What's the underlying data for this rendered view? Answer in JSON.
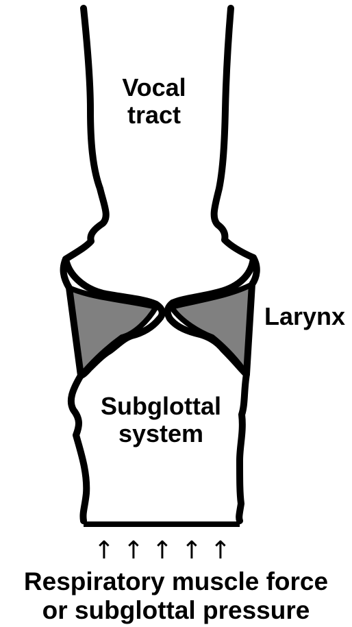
{
  "labels": {
    "vocal_tract": "Vocal\ntract",
    "larynx": "Larynx",
    "subglottal_system": "Subglottal\nsystem",
    "force": "Respiratory muscle force\nor subglottal pressure"
  },
  "arrow_glyph": "↑",
  "arrow_count": 5,
  "colors": {
    "outline": "#000000",
    "vocal_fold_fill": "#808080",
    "background": "#ffffff"
  }
}
